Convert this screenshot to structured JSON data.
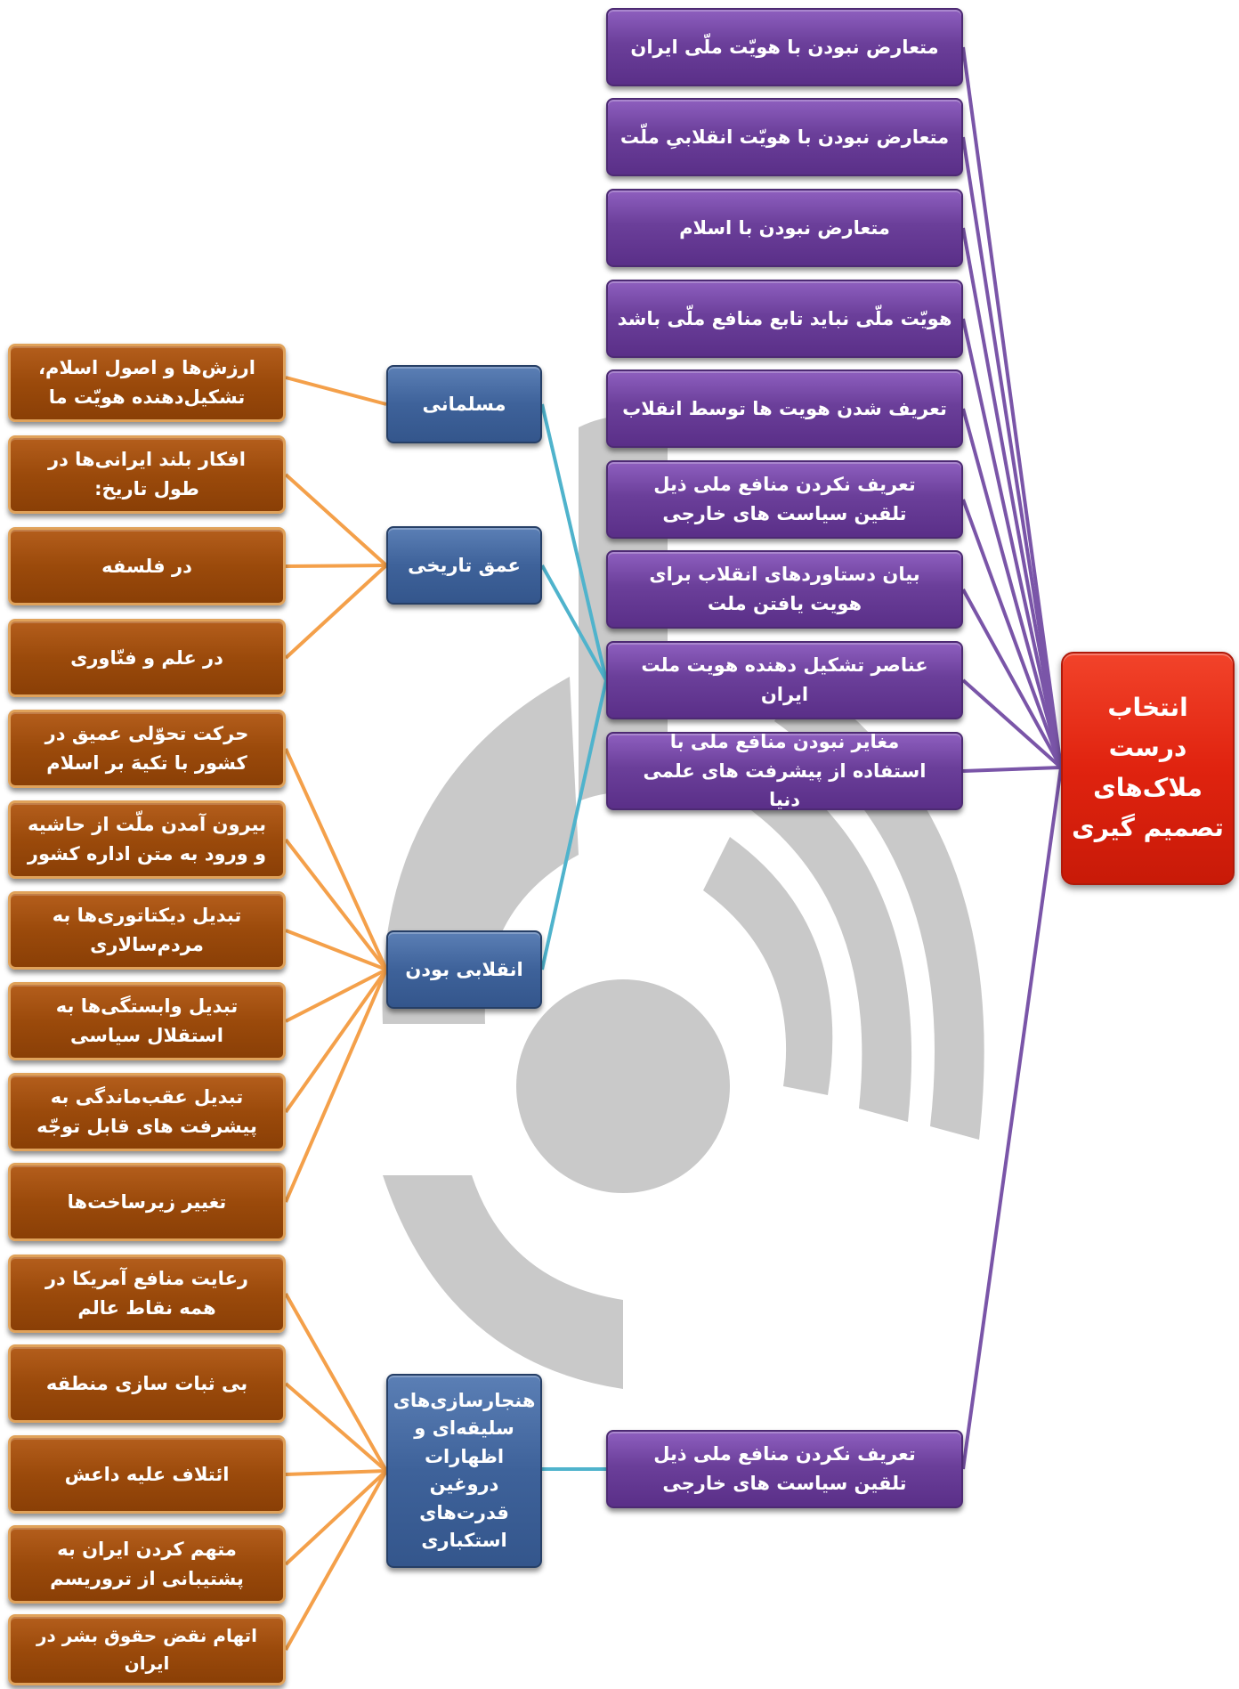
{
  "root": {
    "label": "انتخاب درست ملاک‌های تصمیم گیری"
  },
  "criteria": [
    "متعارض نبودن با هویّت ملّی ایران",
    "متعارض نبودن با هویّت انقلابیِ ملّت",
    "متعارض نبودن با اسلام",
    "هویّت ملّی نباید تابع منافع ملّی باشد",
    "تعریف شدن هویت ها توسط انقلاب",
    "تعریف نکردن منافع ملی ذیل تلقین سیاست های خارجی",
    "بیان دستاوردهای انقلاب برای هویت یافتن ملت",
    "عناصر تشکیل دهنده هویت ملت ایران",
    "مغایر نبودن منافع ملی با استفاده از پیشرفت های علمی دنیا"
  ],
  "criteria_bottom": "تعریف نکردن منافع ملی ذیل تلقین سیاست های خارجی",
  "elements": [
    "مسلمانی",
    "عمق تاریخی",
    "انقلابی بودن",
    "هنجارسازی‌های سلیقه‌ای و اظهارات دروغین قدرت‌های استکباری"
  ],
  "details": [
    "ارزش‌ها و اصول اسلام، تشکیل‌دهنده هویّت ما",
    "افکار بلند ایرانی‌ها در طول تاریخ:",
    "در فلسفه",
    "در علم و فنّاوری",
    "حرکت تحوّلی عمیق در کشور با تکیهَ بر اسلام",
    "بیرون آمدن ملّت از حاشیه و ورود به متن اداره کشور",
    "تبدیل دیکتاتوری‌ها به مردم‌سالاری",
    "تبدیل وابستگی‌ها به استقلال سیاسی",
    "تبدیل عقب‌ماندگی به پیشرفت های قابل توجّه",
    "تغییر زیرساخت‌ها",
    "رعایت منافع آمریکا در همه نقاط عالم",
    "بی ثبات سازی منطقه",
    "ائتلاف علیه داعش",
    "متهم کردن ایران به پشتیبانی از تروریسم",
    "اتهام نقض حقوق بشر در ایران"
  ],
  "colors": {
    "purple": "#6b3f9a",
    "purple_line": "#7a55a8",
    "orange": "#9b4a0b",
    "orange_line": "#f4a04a",
    "blue": "#3e629a",
    "blue_line": "#4fb3cc",
    "red": "#e0230f",
    "watermark": "#c8c8c8"
  }
}
